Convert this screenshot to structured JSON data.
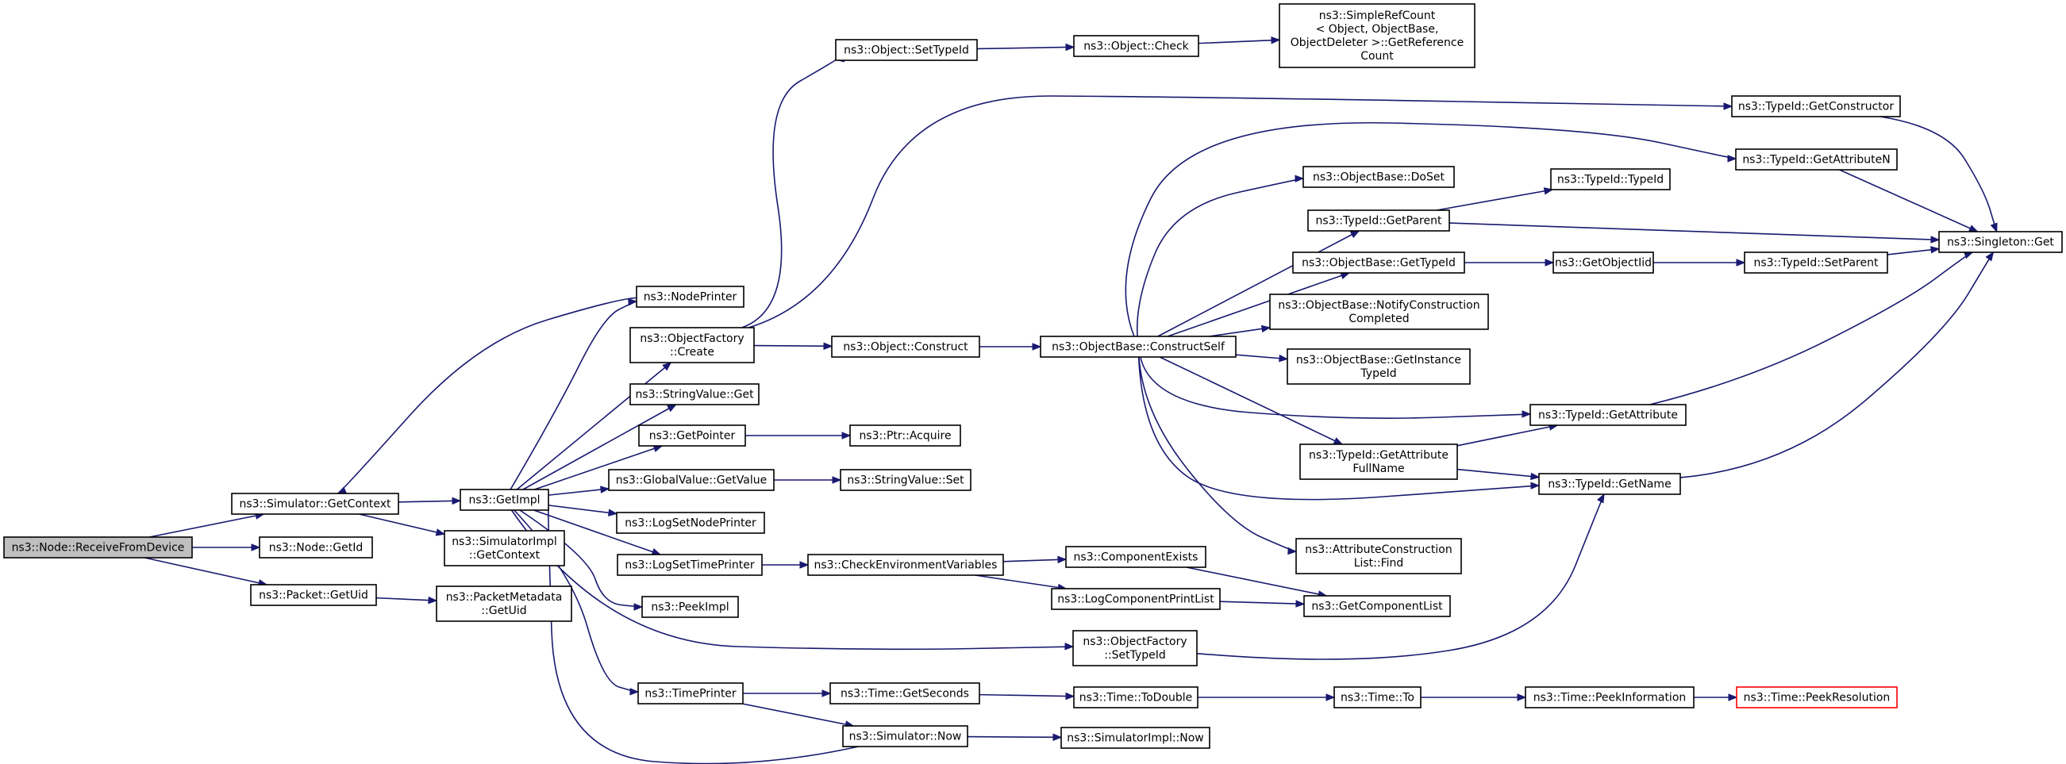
{
  "nodes": [
    {
      "id": "receive",
      "lines": [
        "ns3::Node::ReceiveFromDevice"
      ],
      "style": "root"
    },
    {
      "id": "simctx",
      "lines": [
        "ns3::Simulator::GetContext"
      ]
    },
    {
      "id": "nodeid",
      "lines": [
        "ns3::Node::GetId"
      ]
    },
    {
      "id": "pktuid",
      "lines": [
        "ns3::Packet::GetUid"
      ]
    },
    {
      "id": "getimpl",
      "lines": [
        "ns3::GetImpl"
      ]
    },
    {
      "id": "simimplctx",
      "lines": [
        "ns3::SimulatorImpl",
        "::GetContext"
      ]
    },
    {
      "id": "pktmeta",
      "lines": [
        "ns3::PacketMetadata",
        "::GetUid"
      ]
    },
    {
      "id": "nodeprinter",
      "lines": [
        "ns3::NodePrinter"
      ]
    },
    {
      "id": "objfactcreate",
      "lines": [
        "ns3::ObjectFactory",
        "::Create"
      ]
    },
    {
      "id": "strvalget",
      "lines": [
        "ns3::StringValue::Get"
      ]
    },
    {
      "id": "getpointer",
      "lines": [
        "ns3::GetPointer"
      ]
    },
    {
      "id": "globalval",
      "lines": [
        "ns3::GlobalValue::GetValue"
      ]
    },
    {
      "id": "logsetnode",
      "lines": [
        "ns3::LogSetNodePrinter"
      ]
    },
    {
      "id": "logsettime",
      "lines": [
        "ns3::LogSetTimePrinter"
      ]
    },
    {
      "id": "peekimpl",
      "lines": [
        "ns3::PeekImpl"
      ]
    },
    {
      "id": "timeprinter",
      "lines": [
        "ns3::TimePrinter"
      ]
    },
    {
      "id": "setTypeId",
      "lines": [
        "ns3::Object::SetTypeId"
      ]
    },
    {
      "id": "objconstruct",
      "lines": [
        "ns3::Object::Construct"
      ]
    },
    {
      "id": "ptracquire",
      "lines": [
        "ns3::Ptr::Acquire"
      ]
    },
    {
      "id": "strvalset",
      "lines": [
        "ns3::StringValue::Set"
      ]
    },
    {
      "id": "checkenv",
      "lines": [
        "ns3::CheckEnvironmentVariables"
      ]
    },
    {
      "id": "objfactset",
      "lines": [
        "ns3::ObjectFactory",
        "::SetTypeId"
      ]
    },
    {
      "id": "timegetsec",
      "lines": [
        "ns3::Time::GetSeconds"
      ]
    },
    {
      "id": "simnow",
      "lines": [
        "ns3::Simulator::Now"
      ]
    },
    {
      "id": "objcheck",
      "lines": [
        "ns3::Object::Check"
      ]
    },
    {
      "id": "simplerefcount",
      "lines": [
        "ns3::SimpleRefCount",
        "< Object, ObjectBase,",
        " ObjectDeleter >::GetReference",
        "Count"
      ]
    },
    {
      "id": "constructself",
      "lines": [
        "ns3::ObjectBase::ConstructSelf"
      ]
    },
    {
      "id": "compexists",
      "lines": [
        "ns3::ComponentExists"
      ]
    },
    {
      "id": "logcompprint",
      "lines": [
        "ns3::LogComponentPrintList"
      ]
    },
    {
      "id": "timetodouble",
      "lines": [
        "ns3::Time::ToDouble"
      ]
    },
    {
      "id": "simimplnow",
      "lines": [
        "ns3::SimulatorImpl::Now"
      ]
    },
    {
      "id": "doset",
      "lines": [
        "ns3::ObjectBase::DoSet"
      ]
    },
    {
      "id": "getparent",
      "lines": [
        "ns3::TypeId::GetParent"
      ]
    },
    {
      "id": "obgettypeid",
      "lines": [
        "ns3::ObjectBase::GetTypeId"
      ]
    },
    {
      "id": "notifyconstr",
      "lines": [
        "ns3::ObjectBase::NotifyConstruction",
        "Completed"
      ]
    },
    {
      "id": "getinstance",
      "lines": [
        "ns3::ObjectBase::GetInstance",
        "TypeId"
      ]
    },
    {
      "id": "getattrfull",
      "lines": [
        "ns3::TypeId::GetAttribute",
        "FullName"
      ]
    },
    {
      "id": "attrconstr",
      "lines": [
        "ns3::AttributeConstruction",
        "List::Find"
      ]
    },
    {
      "id": "getcomplist",
      "lines": [
        "ns3::GetComponentList"
      ]
    },
    {
      "id": "timeto",
      "lines": [
        "ns3::Time::To"
      ]
    },
    {
      "id": "typeidtypeid",
      "lines": [
        "ns3::TypeId::TypeId"
      ]
    },
    {
      "id": "getobjectiid",
      "lines": [
        "ns3::GetObjectIid"
      ]
    },
    {
      "id": "getconstructor",
      "lines": [
        "ns3::TypeId::GetConstructor"
      ]
    },
    {
      "id": "getattributen",
      "lines": [
        "ns3::TypeId::GetAttributeN"
      ]
    },
    {
      "id": "setparent",
      "lines": [
        "ns3::TypeId::SetParent"
      ]
    },
    {
      "id": "getattribute",
      "lines": [
        "ns3::TypeId::GetAttribute"
      ]
    },
    {
      "id": "getname",
      "lines": [
        "ns3::TypeId::GetName"
      ]
    },
    {
      "id": "peekinfo",
      "lines": [
        "ns3::Time::PeekInformation"
      ]
    },
    {
      "id": "peekres",
      "lines": [
        "ns3::Time::PeekResolution"
      ],
      "style": "red"
    },
    {
      "id": "singletonget",
      "lines": [
        "ns3::Singleton::Get"
      ]
    }
  ],
  "edges": [
    [
      "receive",
      "simctx"
    ],
    [
      "receive",
      "nodeid"
    ],
    [
      "receive",
      "pktuid"
    ],
    [
      "simctx",
      "getimpl"
    ],
    [
      "simctx",
      "simimplctx"
    ],
    [
      "pktuid",
      "pktmeta"
    ],
    [
      "nodeprinter",
      "simctx"
    ],
    [
      "simnow",
      "getimpl"
    ],
    [
      "getimpl",
      "nodeprinter"
    ],
    [
      "getimpl",
      "objfactcreate"
    ],
    [
      "getimpl",
      "strvalget"
    ],
    [
      "getimpl",
      "getpointer"
    ],
    [
      "getimpl",
      "globalval"
    ],
    [
      "getimpl",
      "logsetnode"
    ],
    [
      "getimpl",
      "logsettime"
    ],
    [
      "getimpl",
      "peekimpl"
    ],
    [
      "getimpl",
      "timeprinter"
    ],
    [
      "getimpl",
      "objfactset"
    ],
    [
      "objfactcreate",
      "setTypeId"
    ],
    [
      "objfactcreate",
      "objconstruct"
    ],
    [
      "objfactcreate",
      "getconstructor"
    ],
    [
      "getpointer",
      "ptracquire"
    ],
    [
      "globalval",
      "strvalset"
    ],
    [
      "logsettime",
      "checkenv"
    ],
    [
      "timeprinter",
      "timegetsec"
    ],
    [
      "timeprinter",
      "simnow"
    ],
    [
      "setTypeId",
      "objcheck"
    ],
    [
      "objcheck",
      "simplerefcount"
    ],
    [
      "objconstruct",
      "constructself"
    ],
    [
      "checkenv",
      "compexists"
    ],
    [
      "checkenv",
      "logcompprint"
    ],
    [
      "timegetsec",
      "timetodouble"
    ],
    [
      "simnow",
      "simimplnow"
    ],
    [
      "constructself",
      "doset"
    ],
    [
      "constructself",
      "getparent"
    ],
    [
      "constructself",
      "obgettypeid"
    ],
    [
      "constructself",
      "notifyconstr"
    ],
    [
      "constructself",
      "getinstance"
    ],
    [
      "constructself",
      "getattrfull"
    ],
    [
      "constructself",
      "attrconstr"
    ],
    [
      "constructself",
      "getattributen"
    ],
    [
      "constructself",
      "getattribute"
    ],
    [
      "constructself",
      "getname"
    ],
    [
      "compexists",
      "getcomplist"
    ],
    [
      "logcompprint",
      "getcomplist"
    ],
    [
      "timetodouble",
      "timeto"
    ],
    [
      "objfactset",
      "getname"
    ],
    [
      "getparent",
      "typeidtypeid"
    ],
    [
      "getparent",
      "singletonget"
    ],
    [
      "obgettypeid",
      "getobjectiid"
    ],
    [
      "getobjectiid",
      "setparent"
    ],
    [
      "getattrfull",
      "getattribute"
    ],
    [
      "getattrfull",
      "getname"
    ],
    [
      "timeto",
      "peekinfo"
    ],
    [
      "peekinfo",
      "peekres"
    ],
    [
      "getconstructor",
      "singletonget"
    ],
    [
      "getattributen",
      "singletonget"
    ],
    [
      "setparent",
      "singletonget"
    ],
    [
      "getattribute",
      "singletonget"
    ],
    [
      "getname",
      "singletonget"
    ]
  ]
}
